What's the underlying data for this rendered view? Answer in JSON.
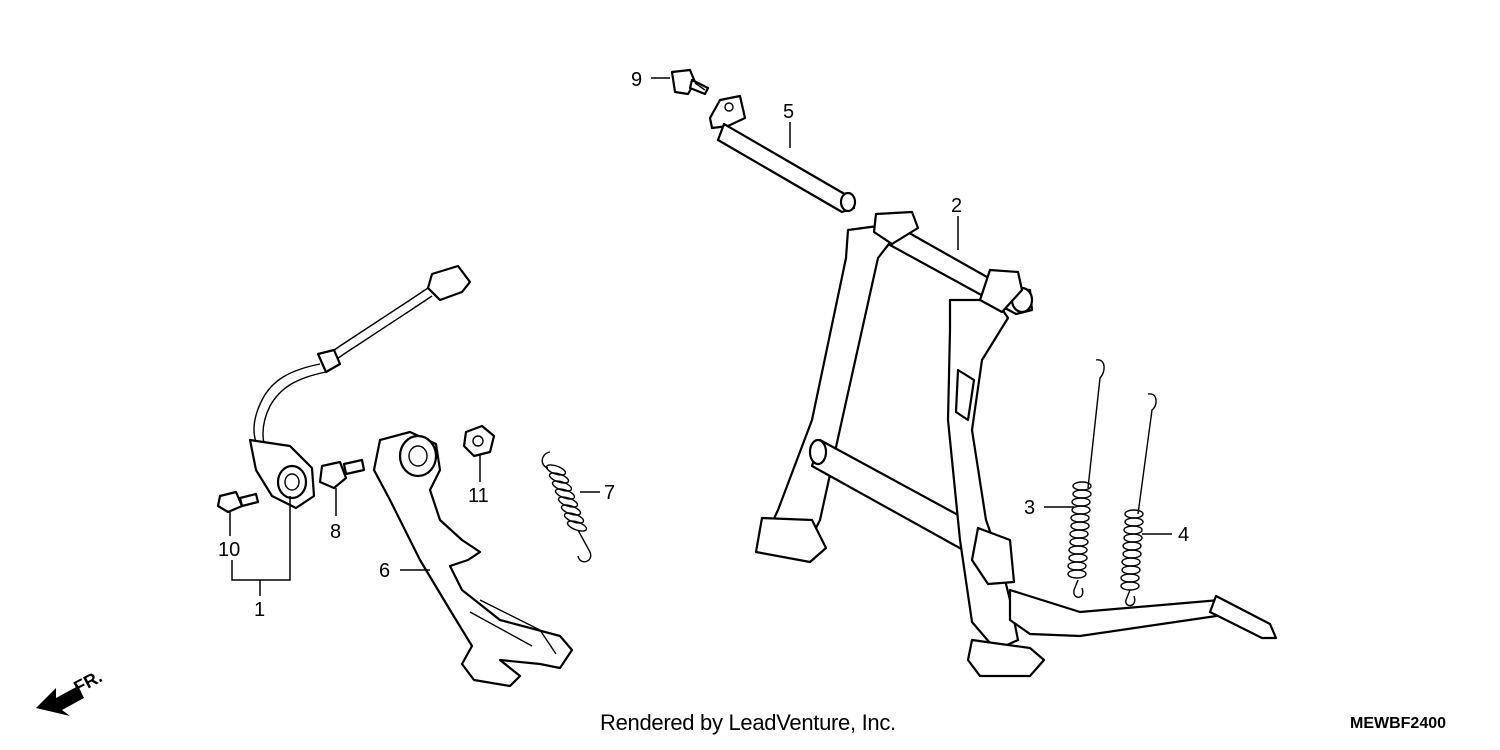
{
  "callouts": {
    "c1": "1",
    "c2": "2",
    "c3": "3",
    "c4": "4",
    "c5": "5",
    "c6": "6",
    "c7": "7",
    "c8": "8",
    "c9": "9",
    "c10": "10",
    "c11": "11"
  },
  "orientation": {
    "label": "FR."
  },
  "footer": {
    "credit": "Rendered by LeadVenture, Inc.",
    "code": "MEWBF2400"
  }
}
